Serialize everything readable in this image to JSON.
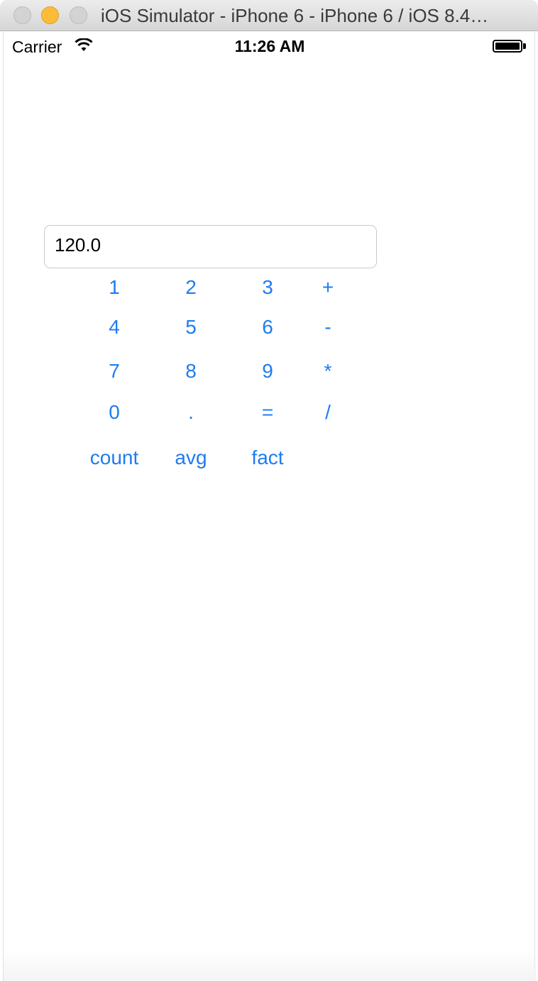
{
  "window": {
    "title": "iOS Simulator - iPhone 6 - iPhone 6 / iOS 8.4…"
  },
  "statusbar": {
    "carrier": "Carrier",
    "time": "11:26 AM",
    "wifi_icon": "wifi-icon",
    "battery_icon": "battery-icon"
  },
  "calculator": {
    "display_value": "120.0",
    "keys": {
      "k1": "1",
      "k2": "2",
      "k3": "3",
      "plus": "+",
      "k4": "4",
      "k5": "5",
      "k6": "6",
      "minus": "-",
      "k7": "7",
      "k8": "8",
      "k9": "9",
      "multiply": "*",
      "k0": "0",
      "dot": ".",
      "equals": "=",
      "divide": "/",
      "count": "count",
      "avg": "avg",
      "fact": "fact"
    }
  },
  "colors": {
    "accent": "#1e7cf0",
    "minimize": "#fcbc3a"
  }
}
